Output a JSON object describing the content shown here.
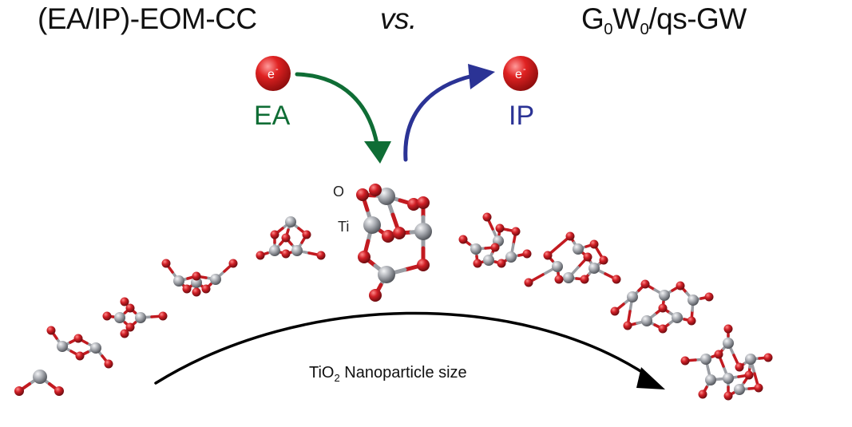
{
  "header": {
    "left_method": "(EA/IP)-EOM-CC",
    "versus": "vs.",
    "right_method": {
      "g": "G",
      "g_sub": "0",
      "w": "W",
      "w_sub": "0",
      "rest": "/qs-GW"
    }
  },
  "process": {
    "electron_symbol": "e",
    "electron_charge": "-",
    "ea_label": "EA",
    "ip_label": "IP"
  },
  "atoms": {
    "oxygen": "O",
    "titanium": "Ti"
  },
  "axis": {
    "prefix": "TiO",
    "sub": "2",
    "suffix": " Nanoparticle size"
  },
  "colors": {
    "ea_arrow": "#0f6d35",
    "ip_arrow": "#2b3395",
    "size_arrow": "#000000",
    "oxygen_atom": "#d01f26",
    "titanium_atom": "#a7aab0",
    "electron": "#e02222"
  }
}
